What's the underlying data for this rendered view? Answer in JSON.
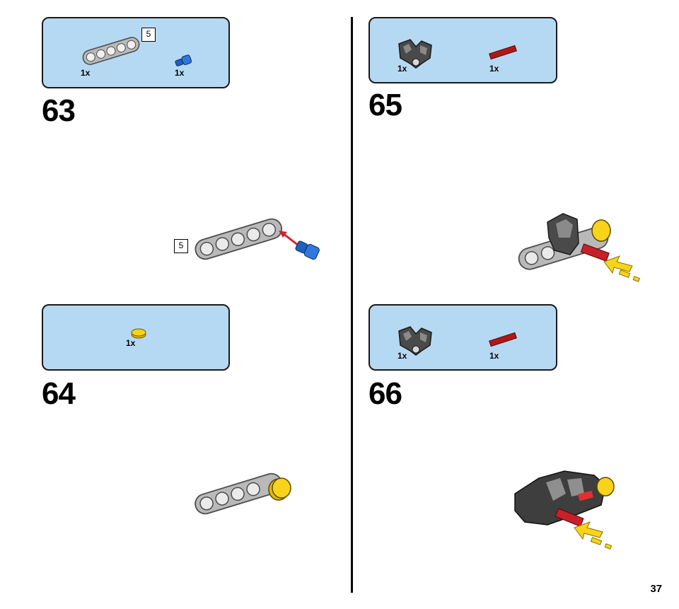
{
  "steps": [
    {
      "number": "63",
      "parts": [
        {
          "name": "beam-5",
          "qty": "1x",
          "length_tag": "5",
          "color": "#a8a8a8"
        },
        {
          "name": "blue-axle-pin",
          "qty": "1x",
          "color": "#1f5fbf"
        }
      ],
      "build_length_tag": "5"
    },
    {
      "number": "64",
      "parts": [
        {
          "name": "yellow-round-tile",
          "qty": "1x",
          "color": "#f7d31a"
        }
      ]
    },
    {
      "number": "65",
      "parts": [
        {
          "name": "dark-gray-connector",
          "qty": "1x",
          "color": "#4a4a4a"
        },
        {
          "name": "red-axle",
          "qty": "1x",
          "color": "#b01818"
        }
      ]
    },
    {
      "number": "66",
      "parts": [
        {
          "name": "dark-gray-connector",
          "qty": "1x",
          "color": "#4a4a4a"
        },
        {
          "name": "red-axle",
          "qty": "1x",
          "color": "#b01818"
        }
      ]
    }
  ],
  "page_number": "37"
}
